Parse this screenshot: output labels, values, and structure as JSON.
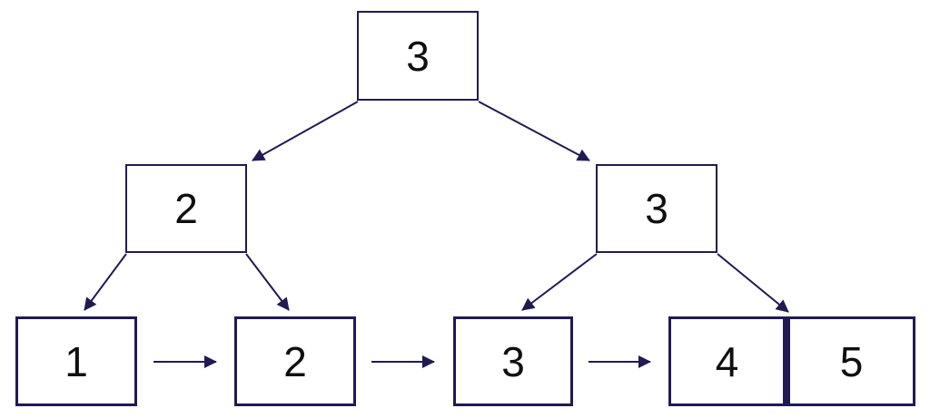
{
  "diagram": {
    "type": "tree",
    "description": "Two-level tree over a linked leaf row (B-tree style figure)",
    "colors": {
      "line": "#201b52",
      "text": "#0f0f0f",
      "background": "#ffffff"
    },
    "nodes": {
      "root": {
        "label": "3"
      },
      "level2_left": {
        "label": "2"
      },
      "level2_right": {
        "label": "3"
      },
      "leaf1": {
        "label": "1"
      },
      "leaf2": {
        "label": "2"
      },
      "leaf3": {
        "label": "3"
      },
      "leaf4": {
        "label": "4"
      },
      "leaf5": {
        "label": "5"
      }
    },
    "edges": [
      {
        "from": "root",
        "to": "level2_left",
        "style": "arrow"
      },
      {
        "from": "root",
        "to": "level2_right",
        "style": "arrow"
      },
      {
        "from": "level2_left",
        "to": "leaf1",
        "style": "arrow"
      },
      {
        "from": "level2_left",
        "to": "leaf2",
        "style": "arrow"
      },
      {
        "from": "level2_right",
        "to": "leaf3",
        "style": "arrow"
      },
      {
        "from": "level2_right",
        "to": "leaf4-leaf5-divider",
        "style": "arrow"
      },
      {
        "from": "leaf1",
        "to": "leaf2",
        "style": "arrow"
      },
      {
        "from": "leaf2",
        "to": "leaf3",
        "style": "arrow"
      },
      {
        "from": "leaf3",
        "to": "leaf4",
        "style": "arrow"
      }
    ]
  }
}
